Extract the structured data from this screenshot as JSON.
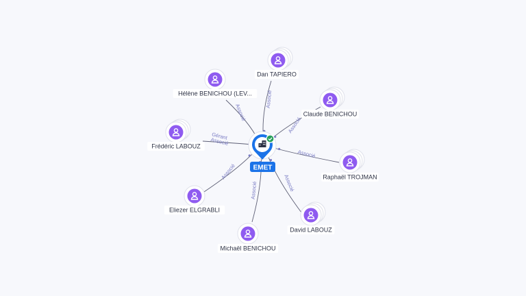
{
  "center": {
    "label": "EMET",
    "icon": "building-icon",
    "verified_icon": "check-badge-icon",
    "color": "#1b73e8",
    "verified_color": "#27a05a"
  },
  "accent": {
    "avatar": "#8f5bf0",
    "edge_label": "#7a7cc4"
  },
  "nodes": [
    {
      "id": "dan-tapiero",
      "label": "Dan TAPIERO",
      "icon": "person-icon",
      "edge_label": "Associé"
    },
    {
      "id": "helene-benichou",
      "label": "Hélène BENICHOU (LEV...",
      "icon": "person-icon",
      "edge_label": "Associé"
    },
    {
      "id": "claude-benichou",
      "label": "Claude BENICHOU",
      "icon": "person-icon",
      "edge_label": "Associé"
    },
    {
      "id": "frederic-labouz",
      "label": "Frédéric LABOUZ",
      "icon": "person-icon",
      "edge_label": "Gérant",
      "edge_label_2": "Associé"
    },
    {
      "id": "raphael-trojman",
      "label": "Raphaël TROJMAN",
      "icon": "person-icon",
      "edge_label": "Associé"
    },
    {
      "id": "eliezer-elgrabli",
      "label": "Eliezer ELGRABLI",
      "icon": "person-icon",
      "edge_label": "Associé"
    },
    {
      "id": "david-labouz",
      "label": "David LABOUZ",
      "icon": "person-icon",
      "edge_label": "Associé"
    },
    {
      "id": "michael-benichou",
      "label": "Michaël BENICHOU",
      "icon": "person-icon",
      "edge_label": "Associé"
    }
  ]
}
